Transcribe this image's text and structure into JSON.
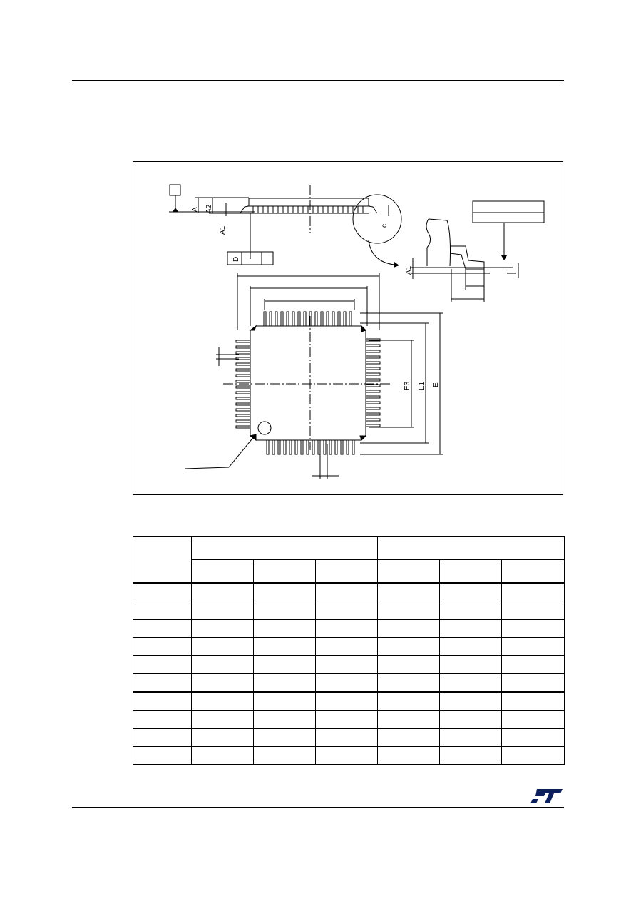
{
  "drawing": {
    "labels": {
      "A": "A",
      "A2": "A2",
      "A1_left": "A1",
      "c": "c",
      "D": "D",
      "A1_right": "A1",
      "E3": "E3",
      "E1": "E1",
      "E": "E"
    }
  },
  "table": {
    "rows": 10,
    "mm_columns": 3,
    "inch_columns": 3
  },
  "colors": {
    "st_logo": "#0b1f5c",
    "line": "#000000"
  },
  "icons": {
    "logo": "st-logo-icon"
  }
}
